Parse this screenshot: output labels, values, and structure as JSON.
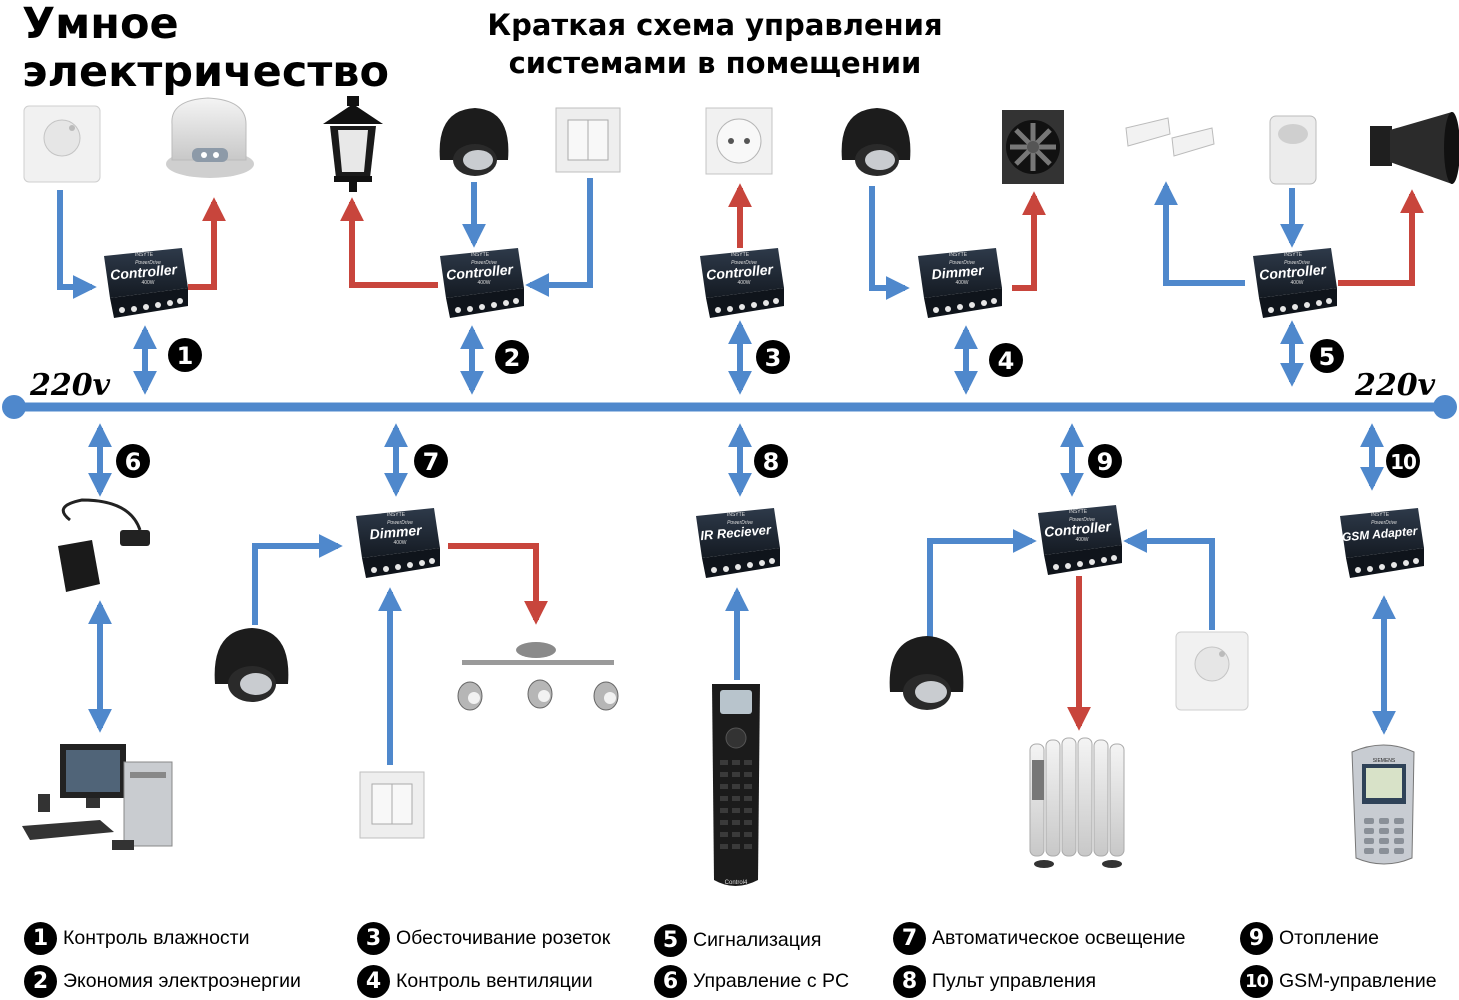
{
  "header": {
    "title_line1": "Умное",
    "title_line2": "электричество",
    "subtitle_line1": "Краткая схема управления",
    "subtitle_line2": "системами в помещении"
  },
  "bus": {
    "left_label": "220v",
    "right_label": "220v"
  },
  "modules": [
    {
      "id": "m1",
      "brand": "INSYTE",
      "line1": "PowerDrive",
      "name": "Controller",
      "rating": "400W"
    },
    {
      "id": "m2",
      "brand": "INSYTE",
      "line1": "PowerDrive",
      "name": "Controller",
      "rating": "400W"
    },
    {
      "id": "m3",
      "brand": "INSYTE",
      "line1": "PowerDrive",
      "name": "Controller",
      "rating": "400W"
    },
    {
      "id": "m4",
      "brand": "INSYTE",
      "line1": "PowerDrive",
      "name": "Dimmer",
      "rating": "400W"
    },
    {
      "id": "m5",
      "brand": "INSYTE",
      "line1": "PowerDrive",
      "name": "Controller",
      "rating": "400W"
    },
    {
      "id": "m7",
      "brand": "INSYTE",
      "line1": "PowerDrive",
      "name": "Dimmer",
      "rating": "400W"
    },
    {
      "id": "m8",
      "brand": "INSYTE",
      "line1": "PowerDrive",
      "name": "IR Reciever",
      "rating": ""
    },
    {
      "id": "m9",
      "brand": "INSYTE",
      "line1": "PowerDrive",
      "name": "Controller",
      "rating": "400W"
    },
    {
      "id": "m10",
      "brand": "INSYTE",
      "line1": "PowerDrive",
      "name": "GSM Adapter",
      "rating": ""
    }
  ],
  "badges": [
    "1",
    "2",
    "3",
    "4",
    "5",
    "6",
    "7",
    "8",
    "9",
    "10"
  ],
  "remote_brand": "Control4",
  "phone_brand": "SIEMENS",
  "legend": [
    {
      "num": "1",
      "label": "Контроль влажности"
    },
    {
      "num": "2",
      "label": "Экономия электроэнергии"
    },
    {
      "num": "3",
      "label": "Обесточивание розеток"
    },
    {
      "num": "4",
      "label": "Контроль вентиляции"
    },
    {
      "num": "5",
      "label": "Сигнализация"
    },
    {
      "num": "6",
      "label": "Управление с PC"
    },
    {
      "num": "7",
      "label": "Автоматическое освещение"
    },
    {
      "num": "8",
      "label": "Пульт управления"
    },
    {
      "num": "9",
      "label": "Отопление"
    },
    {
      "num": "10",
      "label": "GSM-управление"
    }
  ],
  "colors": {
    "bus": "#4f88cc",
    "input": "#4f88cc",
    "output": "#c8453c",
    "module": "#1e2733"
  }
}
